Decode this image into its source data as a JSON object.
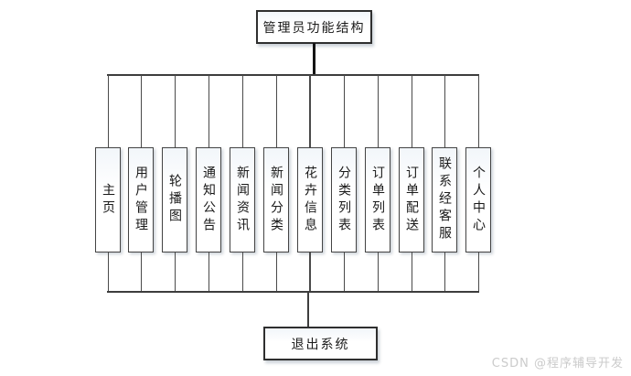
{
  "diagram": {
    "root_label": "管理员功能结构",
    "modules": [
      {
        "label": "主页"
      },
      {
        "label": "用户管理"
      },
      {
        "label": "轮播图"
      },
      {
        "label": "通知公告"
      },
      {
        "label": "新闻资讯"
      },
      {
        "label": "新闻分类"
      },
      {
        "label": "花卉信息"
      },
      {
        "label": "分类列表"
      },
      {
        "label": "订单列表"
      },
      {
        "label": "订单配送"
      },
      {
        "label": "联系经客服"
      },
      {
        "label": "个人中心"
      }
    ],
    "exit_label": "退出系统"
  },
  "watermark": {
    "text": "CSDN @程序辅导开发"
  },
  "colors": {
    "line": "#4a4a4a",
    "box_border": "#2f2f2f",
    "watermark_text": "#cbcbcb"
  }
}
